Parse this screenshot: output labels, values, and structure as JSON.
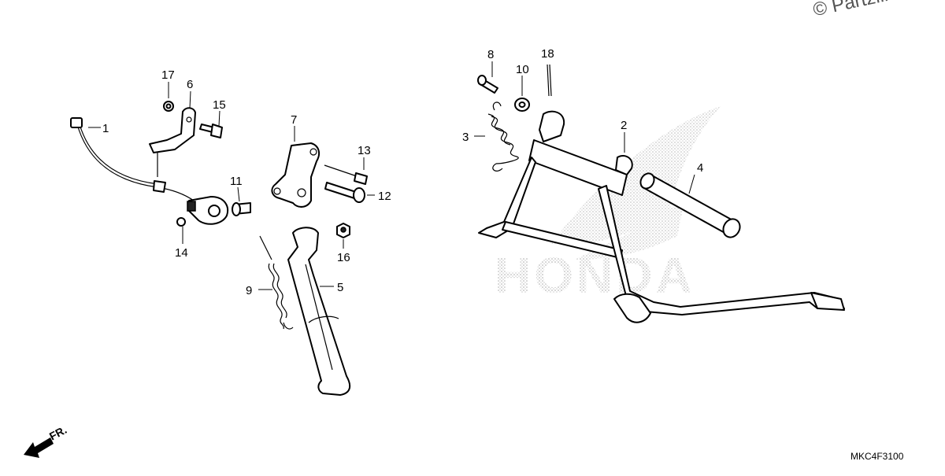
{
  "watermark": "© Partzilla",
  "diagram_code": "MKC4F3100",
  "direction_indicator": "FR.",
  "background_logo_text": "HONDA",
  "callouts": [
    "1",
    "2",
    "3",
    "4",
    "5",
    "6",
    "7",
    "8",
    "9",
    "10",
    "11",
    "12",
    "13",
    "14",
    "15",
    "16",
    "17",
    "18"
  ]
}
